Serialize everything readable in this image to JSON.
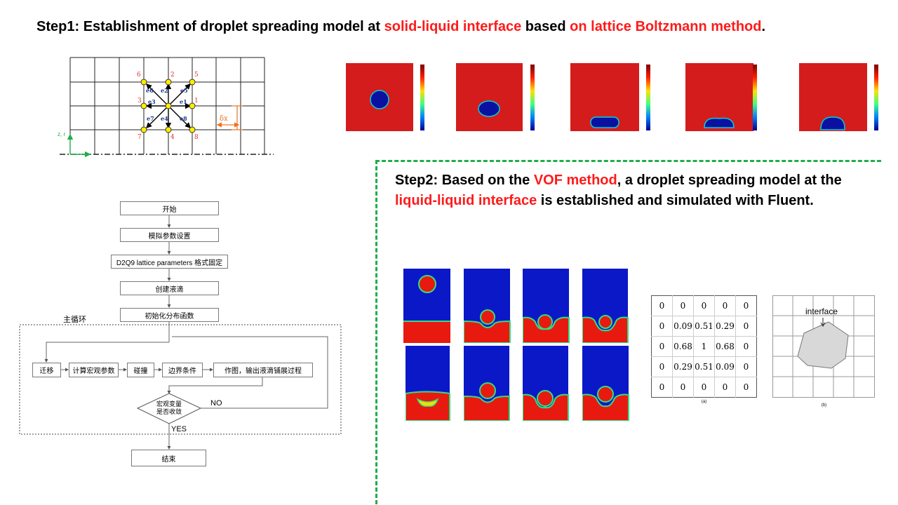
{
  "step1": {
    "prefix": "Step1: ",
    "text_a": "Establishment of droplet spreading model at ",
    "hl_a": "solid-liquid interface",
    "text_b": " based ",
    "hl_b": "on lattice Boltzmann method",
    "text_c": "."
  },
  "step2": {
    "prefix": "Step2: ",
    "text_a": "Based on the ",
    "hl_a": "VOF method",
    "text_b": ", a droplet spreading model at the ",
    "hl_b": "liquid-liquid interface",
    "text_c": " is established and simulated with Fluent."
  },
  "lattice": {
    "node_numbers": [
      "6",
      "2",
      "5",
      "3",
      "1",
      "7",
      "4",
      "8"
    ],
    "vectors": [
      "e6",
      "e2",
      "e5",
      "e3",
      "e1",
      "e7",
      "e4",
      "e8"
    ],
    "delta_label": "δx",
    "axis_label": "z, r"
  },
  "flowchart": {
    "start": "开始",
    "sim_params": "模拟参数设置",
    "d2q9": "D2Q9 lattice parameters 格式固定",
    "create_droplet": "创建液滴",
    "init_dist": "初始化分布函数",
    "main_loop": "主循环",
    "migrate": "迁移",
    "macro": "计算宏观参数",
    "collide": "碰撞",
    "boundary": "边界条件",
    "plot": "作图，输出液滴铺展过程",
    "converge": "宏观变量是否收敛",
    "converge_l1": "宏观变量",
    "converge_l2": "是否收敛",
    "no": "NO",
    "yes": "YES",
    "end": "结束"
  },
  "vof_matrix": {
    "rows": [
      [
        "0",
        "0",
        "0",
        "0",
        "0"
      ],
      [
        "0",
        "0.09",
        "0.51",
        "0.29",
        "0"
      ],
      [
        "0",
        "0.68",
        "1",
        "0.68",
        "0"
      ],
      [
        "0",
        "0.29",
        "0.51",
        "0.09",
        "0"
      ],
      [
        "0",
        "0",
        "0",
        "0",
        "0"
      ]
    ],
    "caption": "(a)"
  },
  "interface_grid": {
    "label": "interface",
    "caption": "(b)"
  },
  "colors": {
    "highlight": "#ff1a1a",
    "frame": "#1fae4a",
    "field_red": "#d41c1c",
    "field_blue": "#0a18c8"
  }
}
